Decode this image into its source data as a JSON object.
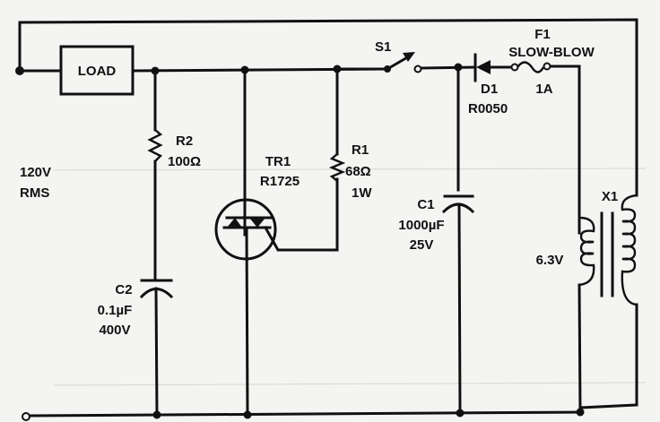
{
  "diagram": {
    "type": "circuit-schematic",
    "supply": {
      "line1": "120V",
      "line2": "RMS"
    },
    "load": {
      "label": "LOAD"
    },
    "components": {
      "R2": {
        "ref": "R2",
        "value": "100Ω"
      },
      "C2": {
        "ref": "C2",
        "value": "0.1µF",
        "rating": "400V"
      },
      "TR1": {
        "ref": "TR1",
        "part": "R1725"
      },
      "R1": {
        "ref": "R1",
        "value": "68Ω",
        "rating": "1W"
      },
      "S1": {
        "ref": "S1"
      },
      "D1": {
        "ref": "D1",
        "part": "R0050"
      },
      "F1": {
        "ref": "F1",
        "type": "SLOW-BLOW",
        "rating": "1A"
      },
      "C1": {
        "ref": "C1",
        "value": "1000µF",
        "rating": "25V"
      },
      "X1": {
        "ref": "X1",
        "secondary": "6.3V"
      }
    },
    "colors": {
      "ink": "#111111",
      "paper": "#f4f4f2"
    }
  }
}
